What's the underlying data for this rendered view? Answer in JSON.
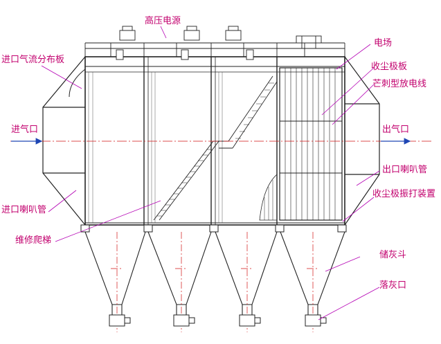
{
  "labels": {
    "hv_power": "高压电源",
    "inlet_distribution_plate": "进口气流分布板",
    "inlet": "进气口",
    "inlet_horn": "进口喇叭管",
    "ladder": "维修爬梯",
    "field": "电场",
    "collector_plate": "收尘极板",
    "barbed_wire": "芒刺型放电线",
    "outlet": "出气口",
    "outlet_horn": "出口喇叭管",
    "rapping_device": "收尘极振打装置",
    "hopper": "储灰斗",
    "ash_outlet": "落灰口"
  },
  "colors": {
    "label": "#c2006e",
    "leader": "#b400b4",
    "structure": "#222222",
    "centerline": "#d21414",
    "flow_arrow": "#1e46b4"
  }
}
